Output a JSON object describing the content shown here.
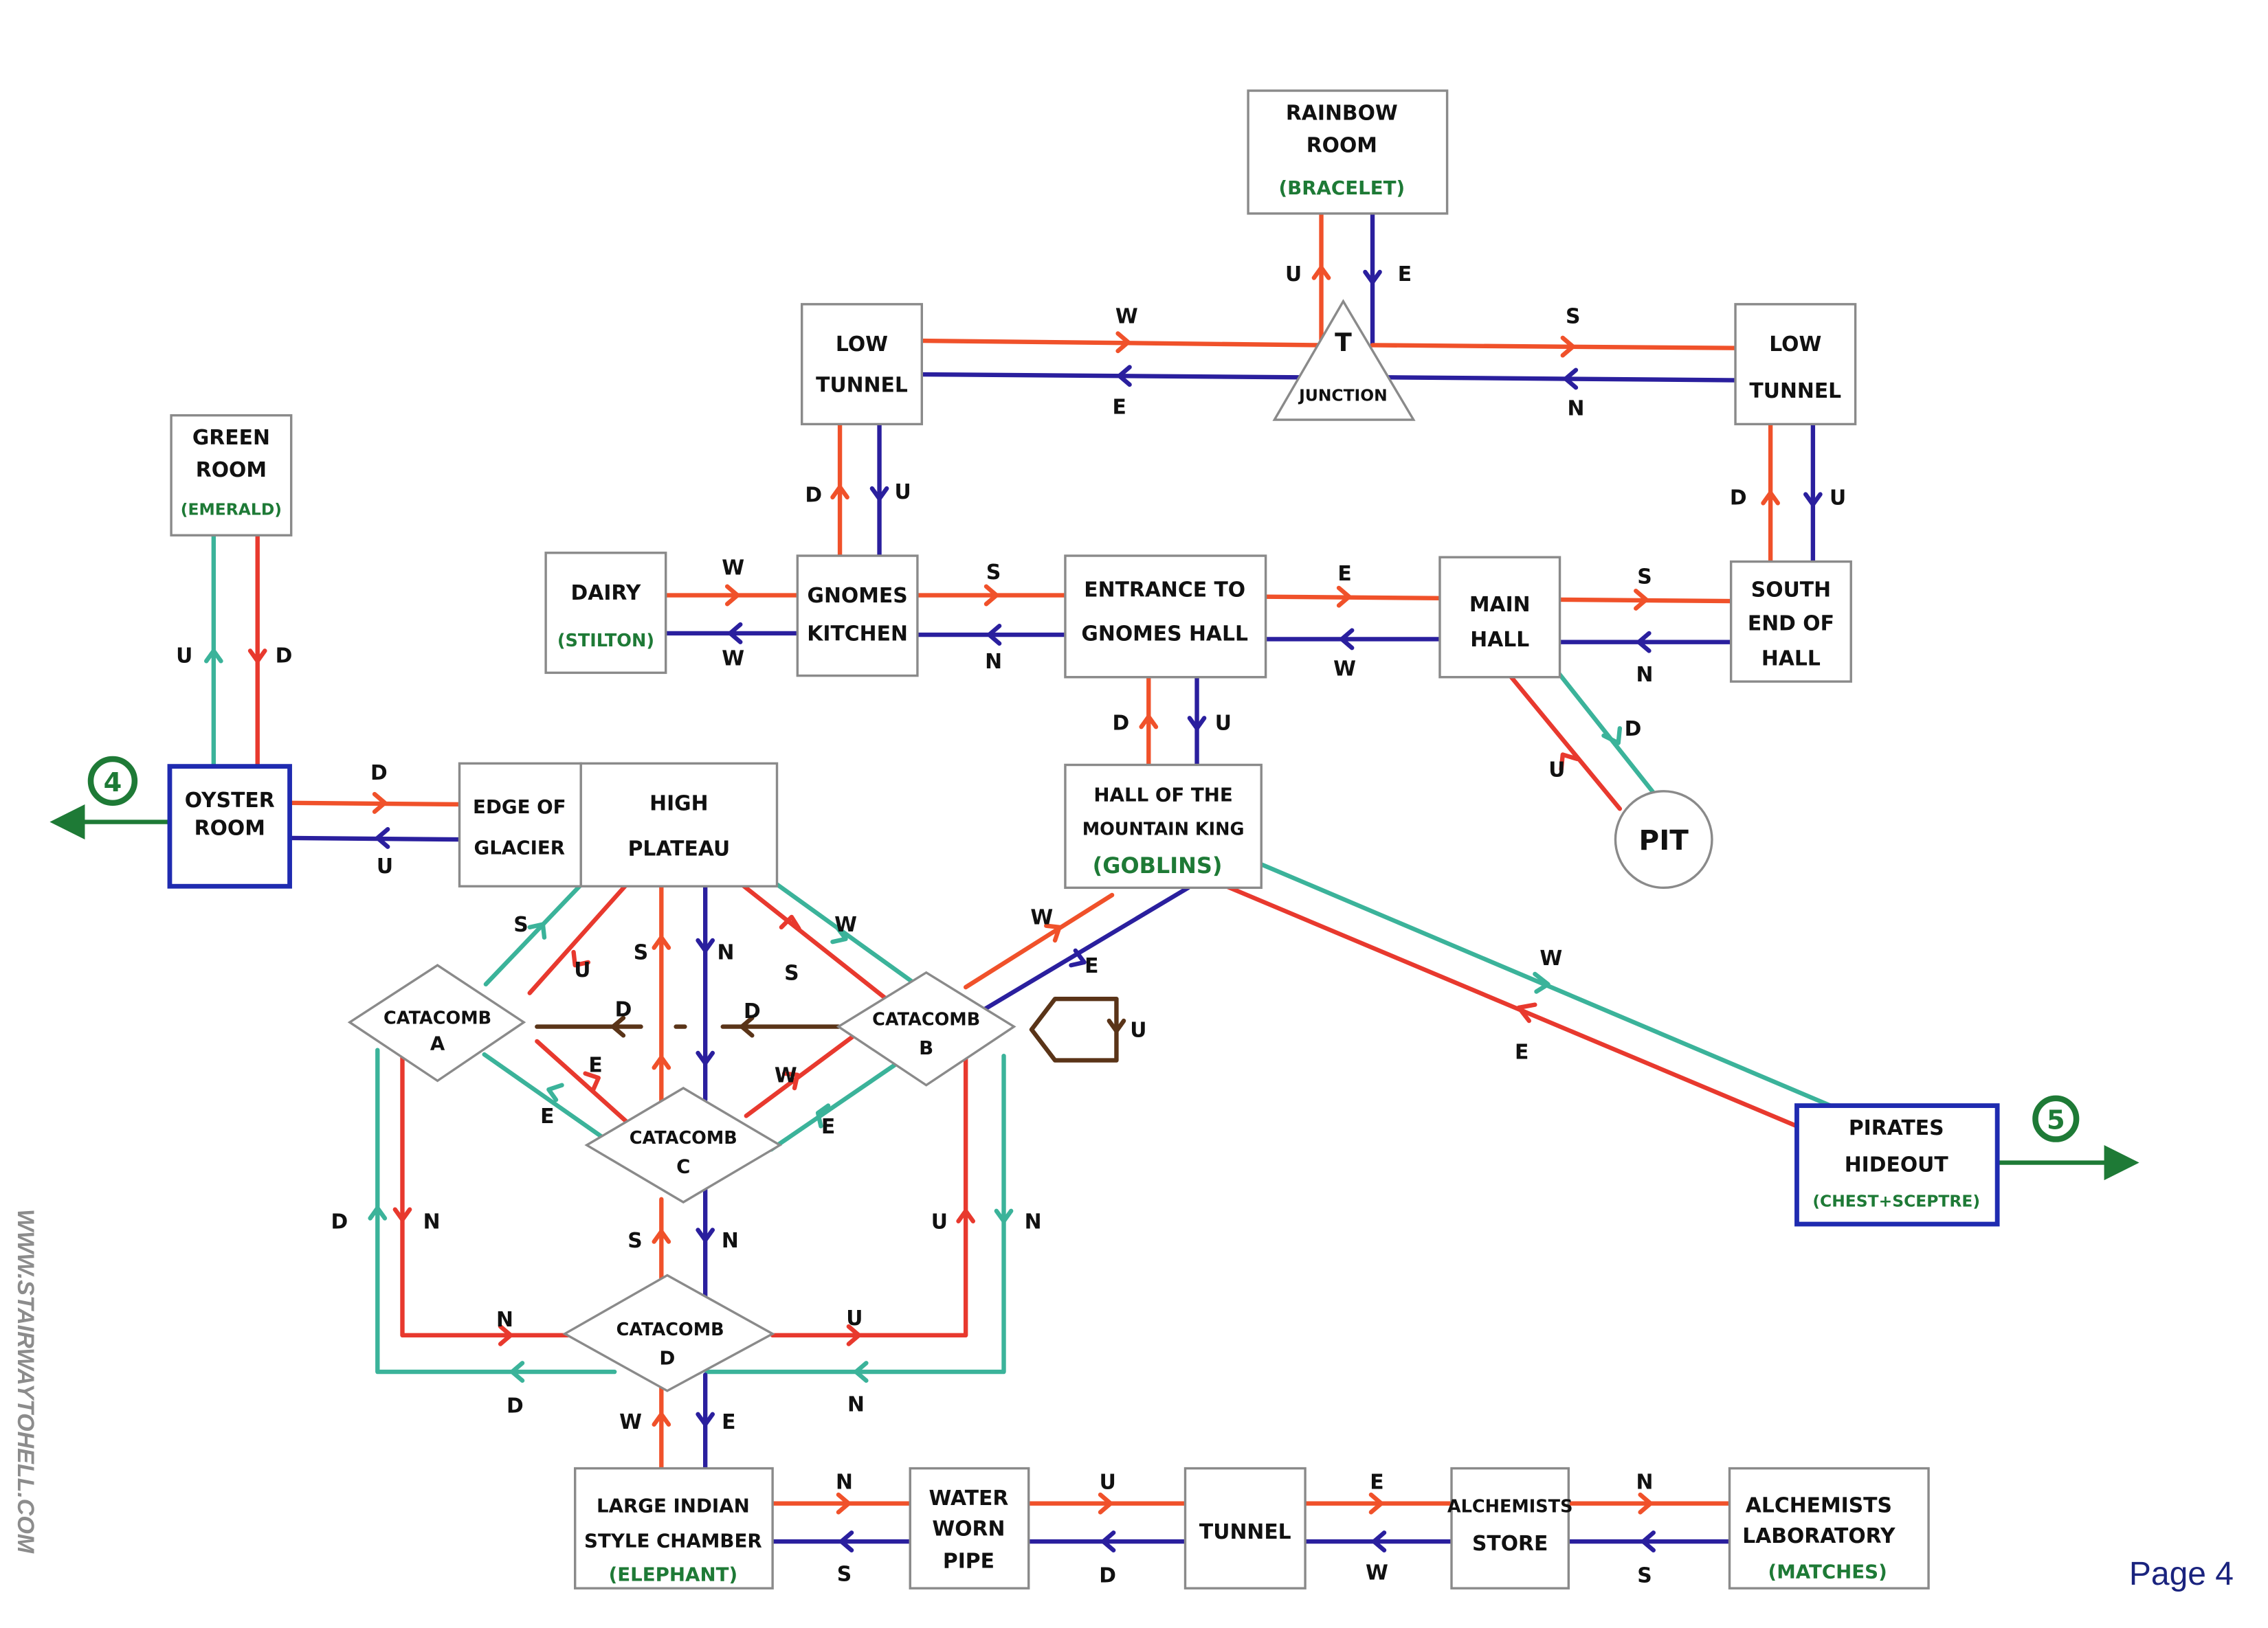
{
  "title": "Adventure map - Page 4",
  "page_label": "Page 4",
  "watermark": "WWW.STAIRWAYTOHELL.COM",
  "colors": {
    "red": "#e8392e",
    "orange_red": "#f0512a",
    "blue": "#2a1f9e",
    "teal": "#3bb39a",
    "brown": "#5a3418",
    "item_green": "#1e7a36",
    "key_box": "#1f2bb0"
  },
  "rooms": {
    "rainbow_room": {
      "lines": [
        "RAINBOW",
        "ROOM"
      ],
      "item": "(BRACELET)"
    },
    "low_tunnel_w": {
      "lines": [
        "LOW",
        "TUNNEL"
      ]
    },
    "t_junction": {
      "lines": [
        "T",
        "JUNCTION"
      ]
    },
    "low_tunnel_e": {
      "lines": [
        "LOW",
        "TUNNEL"
      ]
    },
    "green_room": {
      "lines": [
        "GREEN",
        "ROOM"
      ],
      "item": "(EMERALD)"
    },
    "dairy": {
      "lines": [
        "DAIRY"
      ],
      "item": "(STILTON)"
    },
    "gnomes_kitchen": {
      "lines": [
        "GNOMES",
        "KITCHEN"
      ]
    },
    "entrance_gnomes_hall": {
      "lines": [
        "ENTRANCE TO",
        "GNOMES HALL"
      ]
    },
    "main_hall": {
      "lines": [
        "MAIN",
        "HALL"
      ]
    },
    "south_end_hall": {
      "lines": [
        "SOUTH",
        "END OF",
        "HALL"
      ]
    },
    "pit": {
      "lines": [
        "PIT"
      ]
    },
    "oyster_room": {
      "lines": [
        "OYSTER",
        "ROOM"
      ]
    },
    "edge_of_glacier": {
      "lines": [
        "EDGE OF",
        "GLACIER"
      ]
    },
    "high_plateau": {
      "lines": [
        "HIGH",
        "PLATEAU"
      ]
    },
    "hall_mountain_king": {
      "lines": [
        "HALL OF THE",
        "MOUNTAIN KING"
      ],
      "item": "(GOBLINS)"
    },
    "catacomb_a": {
      "lines": [
        "CATACOMB",
        "A"
      ]
    },
    "catacomb_b": {
      "lines": [
        "CATACOMB",
        "B"
      ]
    },
    "catacomb_c": {
      "lines": [
        "CATACOMB",
        "C"
      ]
    },
    "catacomb_d": {
      "lines": [
        "CATACOMB",
        "D"
      ]
    },
    "pirates_hideout": {
      "lines": [
        "PIRATES",
        "HIDEOUT"
      ],
      "item": "(CHEST+SCEPTRE)"
    },
    "large_indian_chamber": {
      "lines": [
        "LARGE INDIAN",
        "STYLE CHAMBER"
      ],
      "item": "(ELEPHANT)"
    },
    "water_worn_pipe": {
      "lines": [
        "WATER",
        "WORN",
        "PIPE"
      ]
    },
    "tunnel": {
      "lines": [
        "TUNNEL"
      ]
    },
    "alchemists_store": {
      "lines": [
        "ALCHEMISTS",
        "STORE"
      ]
    },
    "alchemists_laboratory": {
      "lines": [
        "ALCHEMISTS",
        "LABORATORY"
      ],
      "item": "(MATCHES)"
    }
  },
  "exits": {
    "oyster_to_page": "4",
    "pirates_to_page": "5"
  },
  "direction_labels": {
    "rainbow_u": "U",
    "rainbow_e": "E",
    "lt_w_top": "W",
    "lt_w_bot": "E",
    "lt_e_top": "S",
    "lt_e_bot": "N",
    "ltw_d": "D",
    "ltw_u": "U",
    "lte_d": "D",
    "lte_u": "U",
    "green_u": "U",
    "green_d": "D",
    "dairy_top": "W",
    "dairy_bot": "W",
    "kitchen_top": "S",
    "kitchen_bot": "N",
    "entrance_top": "E",
    "entrance_bot": "W",
    "main_top": "S",
    "main_bot": "N",
    "pit_d": "D",
    "pit_u": "U",
    "entrance_d": "D",
    "entrance_u": "U",
    "oyster_top": "D",
    "oyster_bot": "U",
    "hp_a_s": "S",
    "hp_a_u": "U",
    "hp_c_s": "S",
    "hp_c_n": "N",
    "hp_b_s": "S",
    "hp_b_w": "W",
    "hmk_b_w": "W",
    "hmk_b_e": "E",
    "hmk_pir_w": "W",
    "hmk_pir_e": "E",
    "b_a_d1": "D",
    "b_a_d2": "D",
    "b_loop_u": "U",
    "a_c_e1": "E",
    "a_c_e2": "E",
    "b_c_w": "W",
    "b_c_e": "E",
    "left_d": "D",
    "left_n": "N",
    "right_u": "U",
    "right_n": "N",
    "c_d_s": "S",
    "c_d_n": "N",
    "d_left_n": "N",
    "d_left_d": "D",
    "d_right_u": "U",
    "d_right_n": "N",
    "d_lisc_w": "W",
    "d_lisc_e": "E",
    "lisc_top": "N",
    "lisc_bot": "S",
    "pipe_top": "U",
    "pipe_bot": "D",
    "tunnel_top": "E",
    "tunnel_bot": "W",
    "store_top": "N",
    "store_bot": "S"
  }
}
